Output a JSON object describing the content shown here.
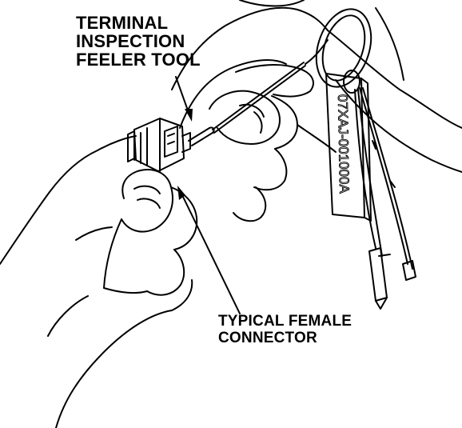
{
  "callouts": {
    "tool": {
      "lines": [
        "TERMINAL",
        "INSPECTION",
        "FEELER TOOL"
      ]
    },
    "connector": {
      "lines": [
        "TYPICAL FEMALE",
        "CONNECTOR"
      ]
    }
  },
  "tool_tag": {
    "part_number": "07XAJ-001000A"
  },
  "colors": {
    "ink": "#000000",
    "paper": "#ffffff"
  }
}
